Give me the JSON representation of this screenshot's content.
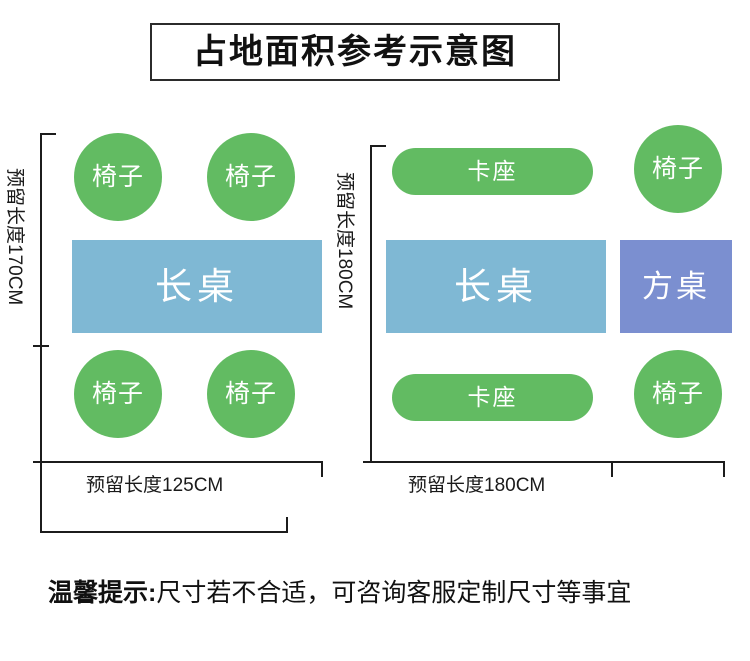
{
  "title": "占地面积参考示意图",
  "colors": {
    "chair_green": "#62bb62",
    "booth_green": "#62bb62",
    "long_table_blue": "#7fb8d4",
    "square_table_purple": "#7b8fd0",
    "line_black": "#1c1c1c",
    "label_text": "#1a1a1a",
    "shape_text": "#ffffff"
  },
  "left_layout": {
    "vertical_dimension": "预留长度170CM",
    "horizontal_dimension": "预留长度125CM",
    "chairs": [
      {
        "label": "椅子"
      },
      {
        "label": "椅子"
      },
      {
        "label": "椅子"
      },
      {
        "label": "椅子"
      }
    ],
    "table": {
      "label": "长桌"
    }
  },
  "right_layout": {
    "vertical_dimension": "预留长度180CM",
    "horizontal_dimension": "预留长度180CM",
    "booths": [
      {
        "label": "卡座"
      },
      {
        "label": "卡座"
      }
    ],
    "chairs": [
      {
        "label": "椅子"
      },
      {
        "label": "椅子"
      }
    ],
    "long_table": {
      "label": "长桌"
    },
    "square_table": {
      "label": "方桌"
    }
  },
  "footer": {
    "prefix": "温馨提示:",
    "text": "尺寸若不合适，可咨询客服定制尺寸等事宜"
  }
}
